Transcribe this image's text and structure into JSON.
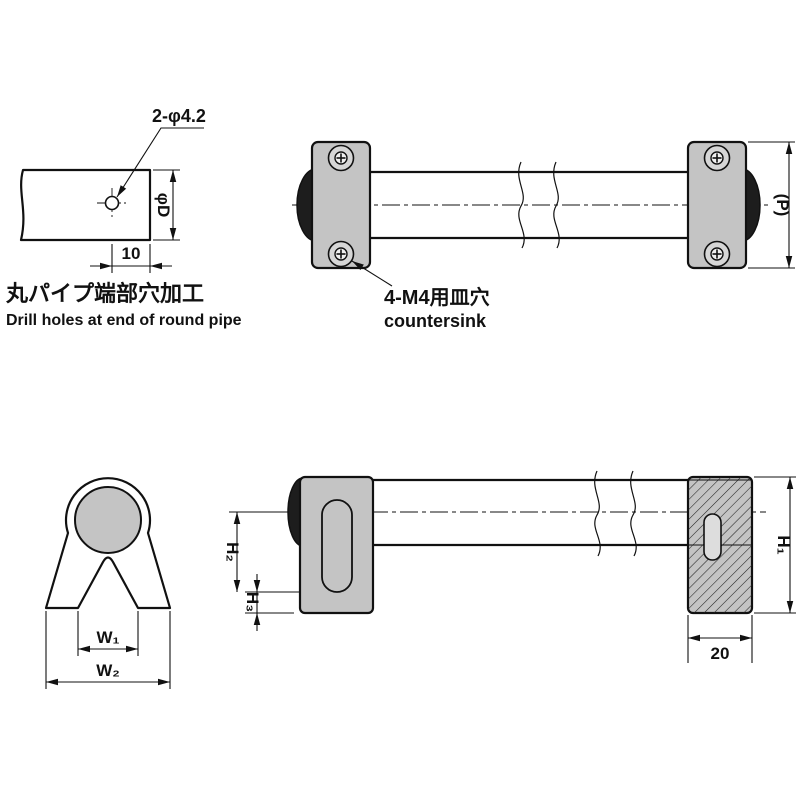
{
  "colors": {
    "gray": "#c4c4c4",
    "dark": "#1d1d1d",
    "line": "#111111",
    "background": "#ffffff"
  },
  "views": {
    "pipe_end": {
      "hole_label": "2-φ4.2",
      "dia_label": "φD",
      "offset_label": "10",
      "caption_jp": "丸パイプ端部穴加工",
      "caption_en": "Drill holes at end of round pipe"
    },
    "handle_front": {
      "countersink_label_jp": "4-M4用皿穴",
      "countersink_label_en": "countersink",
      "pitch_label": "(P)"
    },
    "handle_end": {
      "w1_label": "W₁",
      "w2_label": "W₂"
    },
    "handle_section": {
      "h1_label": "H₁",
      "h2_label": "H₂",
      "h3_label": "H₃",
      "width_label": "20"
    }
  }
}
